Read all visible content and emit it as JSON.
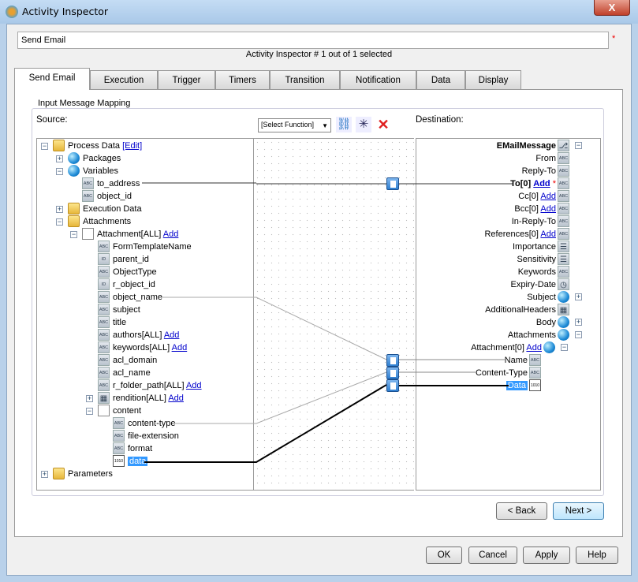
{
  "window": {
    "title": "Activity Inspector",
    "close": "X"
  },
  "activity_name": "Send Email",
  "required_mark": "*",
  "counter": "Activity Inspector #  1 out of  1  selected",
  "tabs": [
    "Send Email",
    "Execution",
    "Trigger",
    "Timers",
    "Transition",
    "Notification",
    "Data",
    "Display"
  ],
  "mapping": {
    "legend": "Input Message Mapping",
    "source_label": "Source:",
    "destination_label": "Destination:",
    "function_select": "[Select Function]"
  },
  "source_tree": [
    {
      "label": "Process Data",
      "icon": "folder-doc",
      "level": 0,
      "exp": "-",
      "edit": "[Edit]"
    },
    {
      "label": "Packages",
      "icon": "globe",
      "level": 1,
      "exp": "+"
    },
    {
      "label": "Variables",
      "icon": "globe",
      "level": 1,
      "exp": "-"
    },
    {
      "label": "to_address",
      "icon": "ABC",
      "level": 2
    },
    {
      "label": "object_id",
      "icon": "ABC",
      "level": 2
    },
    {
      "label": "Execution Data",
      "icon": "folder",
      "level": 1,
      "exp": "+"
    },
    {
      "label": "Attachments",
      "icon": "folder-doc",
      "level": 1,
      "exp": "-"
    },
    {
      "label": "Attachment[ALL]",
      "icon": "doc",
      "level": 2,
      "exp": "-",
      "add": "Add"
    },
    {
      "label": "FormTemplateName",
      "icon": "ABC",
      "level": 3
    },
    {
      "label": "parent_id",
      "icon": "ID",
      "level": 3
    },
    {
      "label": "ObjectType",
      "icon": "ABC",
      "level": 3
    },
    {
      "label": "r_object_id",
      "icon": "ID",
      "level": 3
    },
    {
      "label": "object_name",
      "icon": "ABC",
      "level": 3
    },
    {
      "label": "subject",
      "icon": "ABC",
      "level": 3
    },
    {
      "label": "title",
      "icon": "ABC",
      "level": 3
    },
    {
      "label": "authors[ALL]",
      "icon": "ABC",
      "level": 3,
      "add": "Add"
    },
    {
      "label": "keywords[ALL]",
      "icon": "ABC",
      "level": 3,
      "add": "Add"
    },
    {
      "label": "acl_domain",
      "icon": "ABC",
      "level": 3
    },
    {
      "label": "acl_name",
      "icon": "ABC",
      "level": 3
    },
    {
      "label": "r_folder_path[ALL]",
      "icon": "ABC",
      "level": 3,
      "add": "Add"
    },
    {
      "label": "rendition[ALL]",
      "icon": "table",
      "level": 3,
      "exp": "+",
      "add": "Add"
    },
    {
      "label": "content",
      "icon": "doc",
      "level": 3,
      "exp": "-"
    },
    {
      "label": "content-type",
      "icon": "ABC",
      "level": 4
    },
    {
      "label": "file-extension",
      "icon": "ABC",
      "level": 4
    },
    {
      "label": "format",
      "icon": "ABC",
      "level": 4
    },
    {
      "label": "data",
      "icon": "binary",
      "level": 4,
      "selected": true
    },
    {
      "label": "Parameters",
      "icon": "folder",
      "level": 0,
      "exp": "+"
    }
  ],
  "destination_tree": [
    {
      "label": "EMailMessage",
      "icon": "tree",
      "bold": true,
      "exp": "-"
    },
    {
      "label": "From",
      "icon": "ABC"
    },
    {
      "label": "Reply-To",
      "icon": "ABC"
    },
    {
      "label": "To[0]",
      "icon": "ABC",
      "add": "Add",
      "required": "*",
      "bold": true
    },
    {
      "label": "Cc[0]",
      "icon": "ABC",
      "add": "Add"
    },
    {
      "label": "Bcc[0]",
      "icon": "ABC",
      "add": "Add"
    },
    {
      "label": "In-Reply-To",
      "icon": "ABC"
    },
    {
      "label": "References[0]",
      "icon": "ABC",
      "add": "Add"
    },
    {
      "label": "Importance",
      "icon": "list"
    },
    {
      "label": "Sensitivity",
      "icon": "list"
    },
    {
      "label": "Keywords",
      "icon": "ABC"
    },
    {
      "label": "Expiry-Date",
      "icon": "date"
    },
    {
      "label": "Subject",
      "icon": "globe",
      "exp": "+"
    },
    {
      "label": "AdditionalHeaders",
      "icon": "table"
    },
    {
      "label": "Body",
      "icon": "globe",
      "exp": "+"
    },
    {
      "label": "Attachments",
      "icon": "globe",
      "exp": "-"
    },
    {
      "label": "Attachment[0]",
      "icon": "globe",
      "add": "Add",
      "exp": "-",
      "level": 1
    },
    {
      "label": "Name",
      "icon": "ABC",
      "level": 2
    },
    {
      "label": "Content-Type",
      "icon": "ABC",
      "level": 2
    },
    {
      "label": "Data",
      "icon": "binary",
      "level": 2,
      "selected": true
    }
  ],
  "buttons": {
    "back": "< Back",
    "next": "Next >",
    "ok": "OK",
    "cancel": "Cancel",
    "apply": "Apply",
    "help": "Help"
  }
}
